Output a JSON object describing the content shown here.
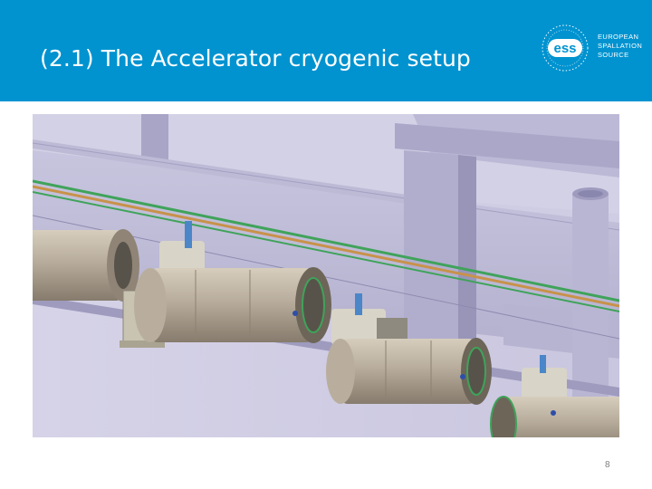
{
  "slide": {
    "title": "(2.1) The Accelerator cryogenic setup",
    "page_number": "8"
  },
  "logo": {
    "mark": "ess",
    "line1": "EUROPEAN",
    "line2": "SPALLATION",
    "line3": "SOURCE"
  },
  "colors": {
    "header_blue": "#0093d0",
    "tunnel_lavender": "#cfcde4",
    "cryomodule_tan": "#b3a898",
    "pipe_green": "#3fa35a",
    "pipe_orange": "#c8924a"
  }
}
